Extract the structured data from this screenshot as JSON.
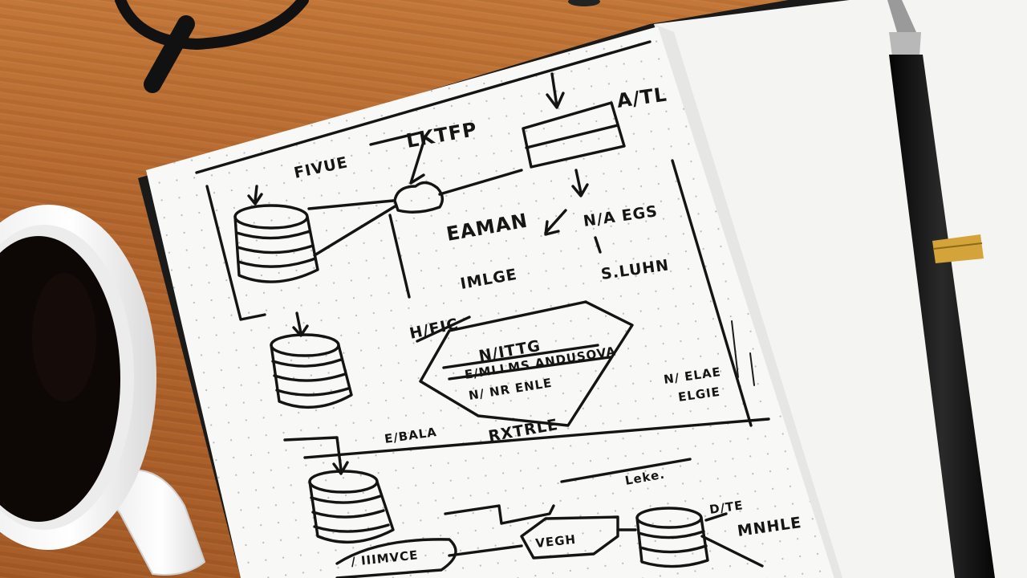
{
  "notes": {
    "top_label": "LKTFP",
    "top_right": "A/TL",
    "left_label": "FIVUE",
    "mid_label_1": "EAMAN",
    "mid_label_2": "IMLGE",
    "right_label_1": "N/A EGS",
    "right_label_2": "S.LUHN",
    "arrow_label": "H/FIC",
    "shape_title": "N/ITTG",
    "shape_line_1": "E/MLLMS ANDUSOVA",
    "shape_line_2": "N/ NR ENLE",
    "below_shape": "RXTRLE",
    "left_bottom": "E/BALA",
    "side_note_1": "N/ ELAE",
    "side_note_2": "ELGIE",
    "bottom_mid": "Leke.",
    "bottom_right_1": "D/TE",
    "bottom_right_2": "MNHLE",
    "bottom_shape": "VEGH",
    "bottom_left": "/ IIIMVCE"
  },
  "colors": {
    "desk": "#b5652b",
    "paper": "#f7f7f5",
    "ink": "#141414",
    "coffee": "#0d0705",
    "pen_band": "#d4a43a"
  },
  "icons": [
    "eyeglasses-icon",
    "coffee-cup-icon",
    "fountain-pen-icon",
    "database-cylinder-icon"
  ]
}
